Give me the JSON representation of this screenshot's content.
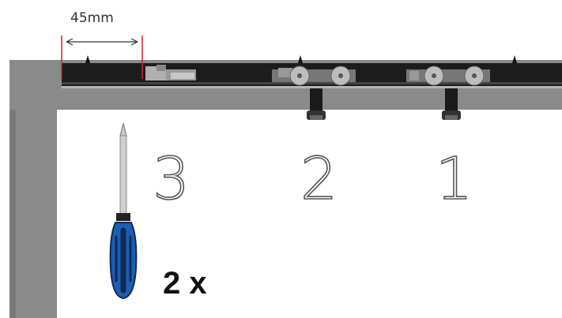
{
  "dimension_label": "45mm",
  "step_labels": [
    "3",
    "2",
    "1"
  ],
  "quantity_label": "2 x",
  "colors": {
    "frame": "#8a8a8a",
    "frame_dark": "#6b6b6b",
    "track": "#1c1c1c",
    "marker_line": "#d02030",
    "handle_blue": "#1a5fb4",
    "handle_dark": "#0f2a55"
  },
  "icons": [
    "screwdriver-icon",
    "roller-carriage-icon",
    "stopper-icon",
    "fixing-screw-icon"
  ]
}
